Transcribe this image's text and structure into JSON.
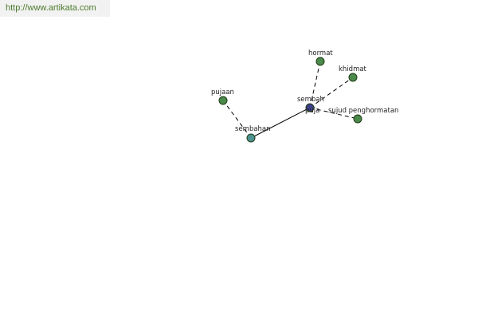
{
  "watermark": {
    "text": "http://www.artikata.com"
  },
  "graph": {
    "colors": {
      "center": "#3c3f86",
      "hub": "#4f9292",
      "leaf": "#4b8a4b"
    },
    "nodes": [
      {
        "id": "sembah",
        "label": "sembah",
        "role": "center"
      },
      {
        "id": "sembahan",
        "label": "sembahan",
        "role": "hub"
      },
      {
        "id": "pujaan",
        "label": "pujaan",
        "role": "leaf"
      },
      {
        "id": "hormat",
        "label": "hormat",
        "role": "leaf"
      },
      {
        "id": "khidmat",
        "label": "khidmat",
        "role": "leaf"
      },
      {
        "id": "sujud",
        "label": "sujud penghormatan",
        "role": "leaf"
      },
      {
        "id": "puja",
        "label": "puja",
        "role": "leaf"
      }
    ],
    "edges": [
      {
        "from": "sembah",
        "to": "sembahan",
        "style": "solid"
      },
      {
        "from": "sembahan",
        "to": "pujaan",
        "style": "dashed"
      },
      {
        "from": "sembah",
        "to": "hormat",
        "style": "dashed"
      },
      {
        "from": "sembah",
        "to": "khidmat",
        "style": "dashed"
      },
      {
        "from": "sembah",
        "to": "sujud",
        "style": "dashed"
      }
    ]
  }
}
